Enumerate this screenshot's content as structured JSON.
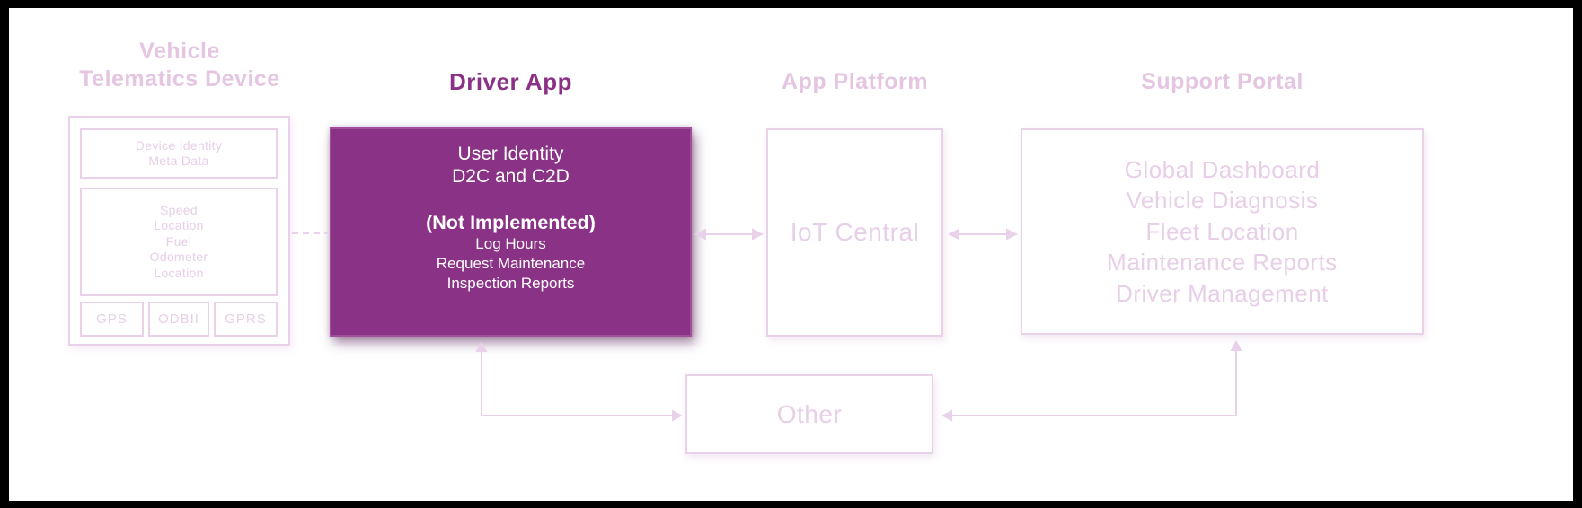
{
  "colors": {
    "accent": "#8a3285",
    "accent_text": "#8a3286",
    "faded_line": "#e9d2e9",
    "faded_text": "#e4c6e2",
    "box_text": "#e7cfe7",
    "white_text": "#ffffff",
    "frame": "#000000",
    "background": "#ffffff"
  },
  "telematics": {
    "title_line1": "Vehicle",
    "title_line2": "Telematics Device",
    "identity_lines": [
      "Device Identity",
      "Meta Data"
    ],
    "signal_lines": [
      "Speed",
      "Location",
      "Fuel",
      "Odometer",
      "Location"
    ],
    "modules": [
      "GPS",
      "ODBII",
      "GPRS"
    ]
  },
  "driver_app": {
    "title": "Driver App",
    "implemented_lines": [
      "User Identity",
      "D2C and C2D"
    ],
    "not_implemented_heading": "(Not Implemented)",
    "not_implemented_lines": [
      "Log Hours",
      "Request Maintenance",
      "Inspection Reports"
    ]
  },
  "app_platform": {
    "title": "App Platform",
    "main_box": "IoT Central",
    "other_box": "Other"
  },
  "support_portal": {
    "title": "Support Portal",
    "features": [
      "Global Dashboard",
      "Vehicle Diagnosis",
      "Fleet Location",
      "Maintenance Reports",
      "Driver Management"
    ]
  }
}
